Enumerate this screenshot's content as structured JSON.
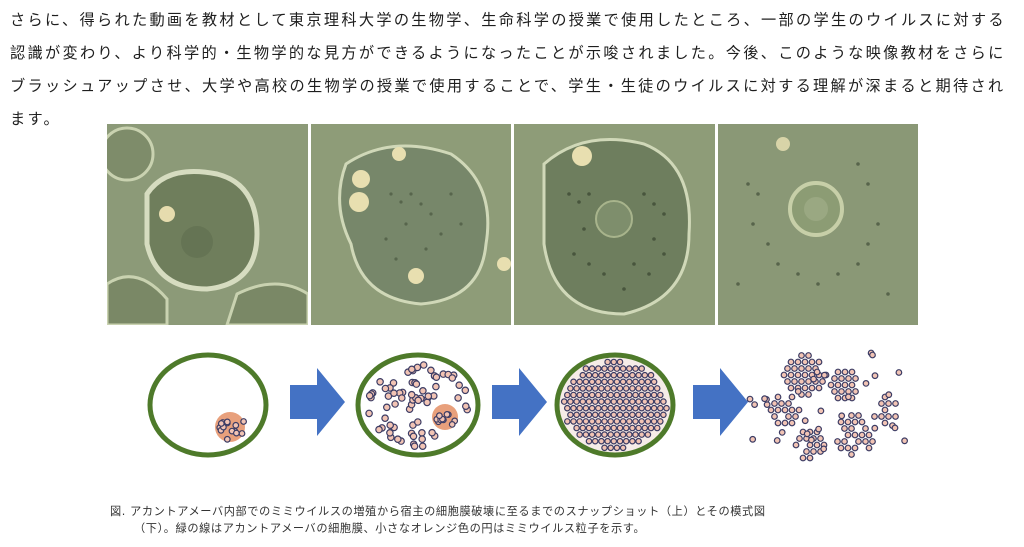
{
  "body_text": "さらに、得られた動画を教材として東京理科大学の生物学、生命科学の授業で使用したところ、一部の学生のウイルスに対する認識が変わり、より科学的・生物学的な見方ができるようになったことが示唆されました。今後、このような映像教材をさらにブラッシュアップさせ、大学や高校の生物学の授業で使用することで、学生・生徒のウイルスに対する理解が深まると期待されます。",
  "figure": {
    "caption_line1": "図. アカントアメーバ内部でのミミウイルスの増殖から宿主の細胞膜破壊に至るまでのスナップショット（上）とその模式図",
    "caption_line2": "（下）。緑の線はアカントアメーバの細胞膜、小さなオレンジ色の円はミミウイルス粒子を示す。",
    "colors": {
      "membrane_green": "#4e7a2a",
      "arrow_blue": "#4472c4",
      "virus_fill": "#f2c4b4",
      "virus_outline": "#3c3c64",
      "factory_orange": "#e8a07c",
      "micrograph_bg": "#8e9c78"
    }
  }
}
